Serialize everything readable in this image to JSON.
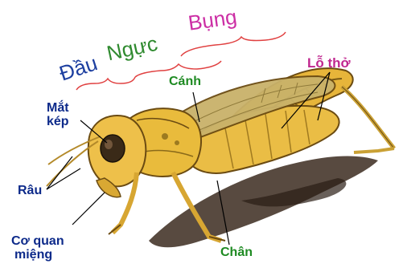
{
  "sections": {
    "head": "Đầu",
    "thorax": "Ngực",
    "abdomen": "Bụng"
  },
  "labels": {
    "compound_eye_line1": "Mắt",
    "compound_eye_line2": "kép",
    "antenna": "Râu",
    "mouthparts_line1": "Cơ quan",
    "mouthparts_line2": "miệng",
    "wing": "Cánh",
    "spiracles": "Lỗ thở",
    "leg": "Chân"
  },
  "colors": {
    "head": "#1d3fa0",
    "thorax": "#2f8a2f",
    "abdomen": "#cc2fa5",
    "bracket": "#e04040",
    "label_blue": "#0d2a8a",
    "label_green": "#1e8a22",
    "label_magenta": "#c0278f",
    "body_yellow": "#e9b93a",
    "body_dark": "#6b4b12",
    "shadow": "#3b2a1e"
  }
}
